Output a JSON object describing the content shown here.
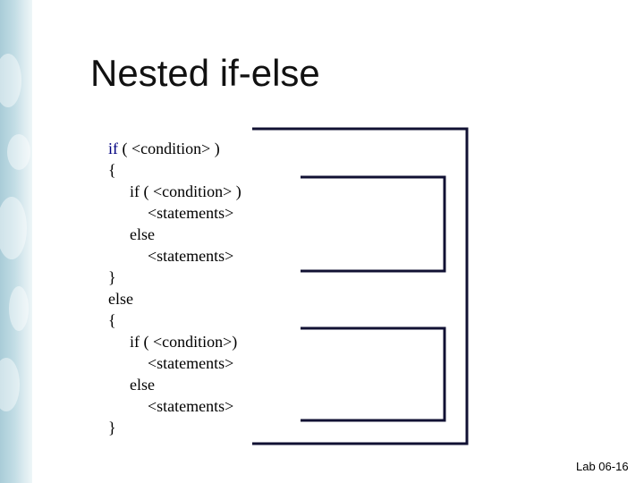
{
  "slide": {
    "title": "Nested if-else",
    "footer": "Lab 06-16"
  },
  "code": {
    "line1_kw": "if",
    "line1_rest": " ( <condition> )",
    "line2": "{",
    "line3_kw": "if",
    "line3_rest": " ( <condition> )",
    "line4": "<statements>",
    "line5": "else",
    "line6": "<statements>",
    "line7": "}",
    "line8": "else",
    "line9": "{",
    "line10_kw": "if",
    "line10_rest": " ( <condition>)",
    "line11": "<statements>",
    "line12": "else",
    "line13": "<statements>",
    "line14": "}"
  },
  "colors": {
    "keyword": "#000080",
    "bracket_line": "#111133"
  }
}
